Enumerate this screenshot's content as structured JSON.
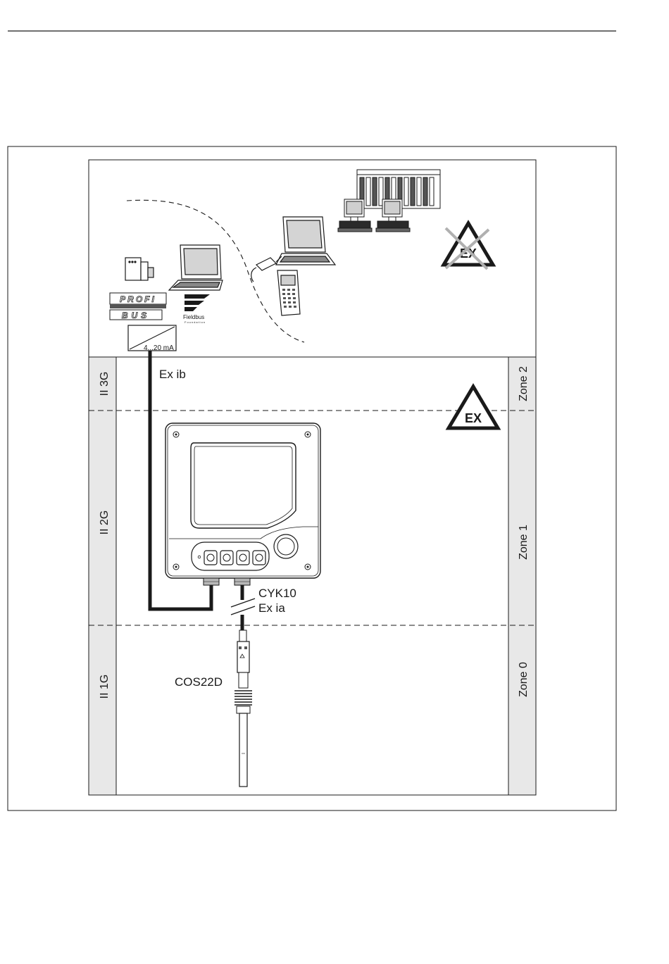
{
  "diagram": {
    "labels": {
      "signal": "4...20 mA",
      "ex_ib": "Ex ib",
      "cable": "CYK10",
      "ex_ia": "Ex ia",
      "sensor": "COS22D"
    },
    "logos": {
      "profibus_top": "PROFI",
      "profibus_bottom": "BUS",
      "fieldbus": "Fieldbus",
      "fieldbus_sub": "Foundation",
      "ex_safe": "EX",
      "ex_hazard": "EX"
    },
    "device_categories": [
      "II 3G",
      "II 2G",
      "II 1G"
    ],
    "zones": [
      "Zone 2",
      "Zone 1",
      "Zone 0"
    ]
  },
  "colors": {
    "zone_fill": "#e8e8e8",
    "line": "#1a1a1a",
    "device_grey": "#b8b8b8"
  }
}
